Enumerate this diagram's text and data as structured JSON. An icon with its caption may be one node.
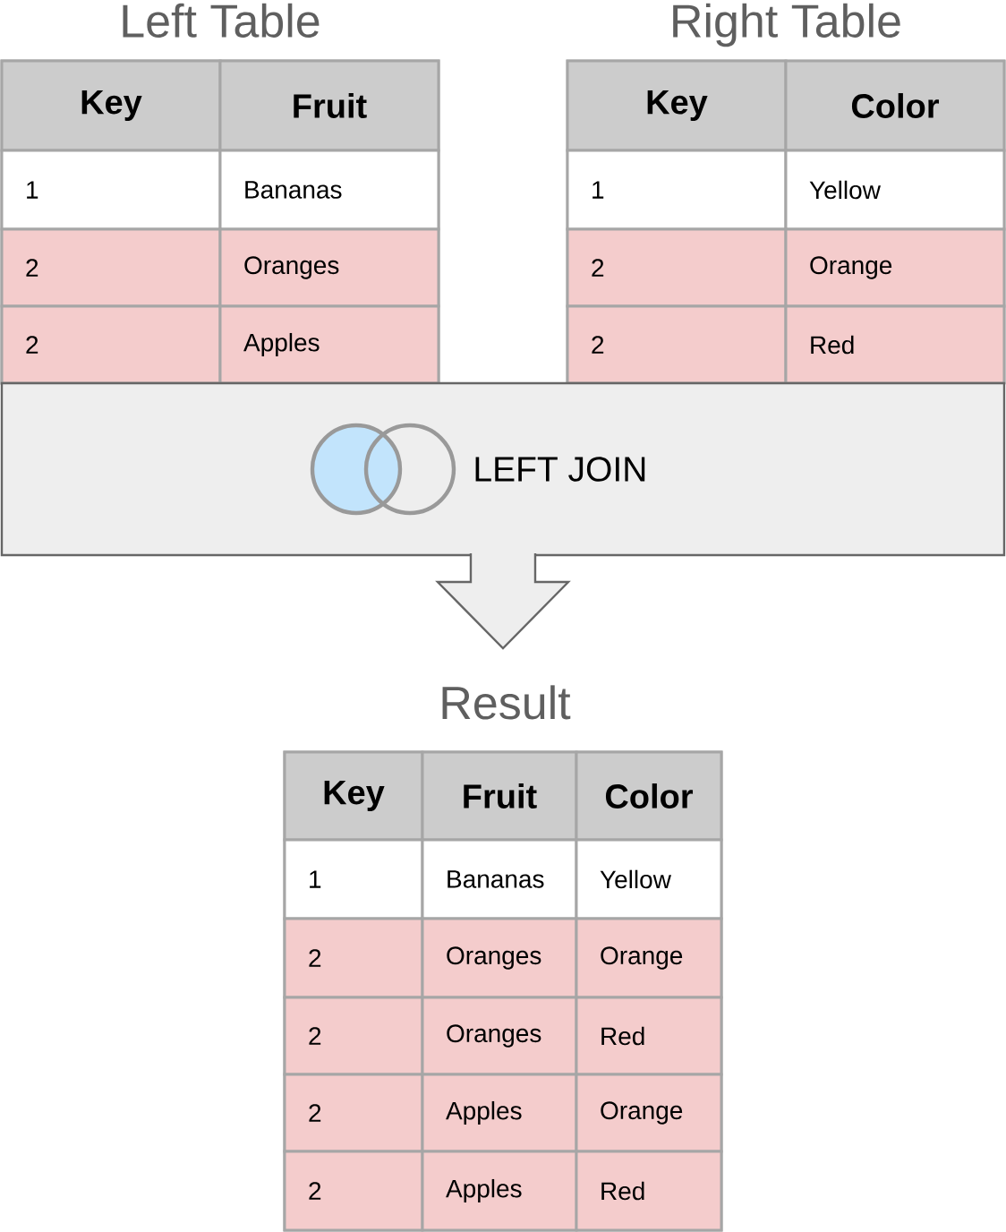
{
  "diagram": {
    "nodes": [
      {
        "text": [
          "Left Table"
        ]
      },
      {
        "text": [
          "Key"
        ],
        "in": 0
      },
      {
        "text": [
          "Fruit"
        ],
        "in": 0
      },
      {
        "text": [
          "1"
        ],
        "in": 0
      },
      {
        "text": [
          "Bananas"
        ],
        "in": 0
      },
      {
        "text": [
          "2"
        ],
        "in": 0
      },
      {
        "text": [
          "Oranges"
        ],
        "in": 0
      },
      {
        "text": [
          "2"
        ],
        "in": 0
      },
      {
        "text": [
          "Apples"
        ],
        "in": 0
      },
      {
        "text": [
          "Right Table"
        ]
      },
      {
        "text": [
          "Key"
        ],
        "in": 9
      },
      {
        "text": [
          "Color"
        ],
        "in": 9
      },
      {
        "text": [
          "1"
        ],
        "in": 9
      },
      {
        "text": [
          "Yellow"
        ],
        "in": 9
      },
      {
        "text": [
          "2"
        ],
        "in": 9
      },
      {
        "text": [
          "Orange"
        ],
        "in": 9
      },
      {
        "text": [
          "2"
        ],
        "in": 9
      },
      {
        "text": [
          "Red"
        ],
        "in": 9
      },
      {
        "text": [
          "LEFT JOIN"
        ]
      },
      {
        "text": [
          "Result"
        ]
      },
      {
        "text": [
          "Key"
        ],
        "in": 19
      },
      {
        "text": [
          "Fruit"
        ],
        "in": 19
      },
      {
        "text": [
          "Color"
        ],
        "in": 19
      },
      {
        "text": [
          "1"
        ],
        "in": 19
      },
      {
        "text": [
          "Bananas"
        ],
        "in": 19
      },
      {
        "text": [
          "Yellow"
        ],
        "in": 19
      },
      {
        "text": [
          "2"
        ],
        "in": 19
      },
      {
        "text": [
          "Oranges"
        ],
        "in": 19
      },
      {
        "text": [
          "Orange"
        ],
        "in": 19
      },
      {
        "text": [
          "2"
        ],
        "in": 19
      },
      {
        "text": [
          "Oranges"
        ],
        "in": 19
      },
      {
        "text": [
          "Red"
        ],
        "in": 19
      },
      {
        "text": [
          "2"
        ],
        "in": 19
      },
      {
        "text": [
          "Apples"
        ],
        "in": 19
      },
      {
        "text": [
          "Orange"
        ],
        "in": 19
      },
      {
        "text": [
          "2"
        ],
        "in": 19
      },
      {
        "text": [
          "Apples"
        ],
        "in": 19
      },
      {
        "text": [
          "Red"
        ],
        "in": 19
      }
    ],
    "edges": [
      {
        "from": 18,
        "to": 19,
        "arrow": "to"
      }
    ]
  }
}
